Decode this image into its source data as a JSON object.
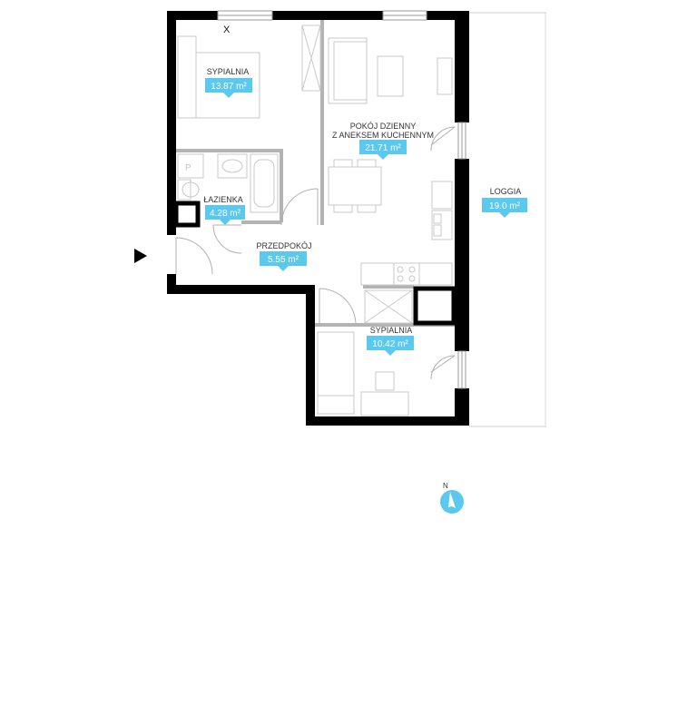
{
  "colors": {
    "wall": "#000000",
    "partition": "#b3b3b3",
    "furniture": "#c8c8c8",
    "area_badge": "#5bc8ee",
    "area_text": "#ffffff",
    "compass": "#5bc8ee"
  },
  "rooms": {
    "bedroom1": {
      "name": "SYPIALNIA",
      "area": "13.87 m²"
    },
    "living": {
      "name_line1": "POKÓJ DZIENNY",
      "name_line2": "Z ANEKSEM KUCHENNYM",
      "area": "21.71 m²"
    },
    "bathroom": {
      "name": "ŁAZIENKA",
      "area": "4.28 m²"
    },
    "hall": {
      "name": "PRZEDPOKÓJ",
      "area": "5.55 m²"
    },
    "bedroom2": {
      "name": "SYPIALNIA",
      "area": "10.42 m²"
    },
    "loggia": {
      "name": "LOGGIA",
      "area": "19.0 m²"
    }
  },
  "marks": {
    "window_x": "X",
    "north": "N",
    "bathroom_p": "P"
  },
  "icons": {
    "entrance": "entrance-arrow-icon",
    "compass": "compass-icon"
  }
}
